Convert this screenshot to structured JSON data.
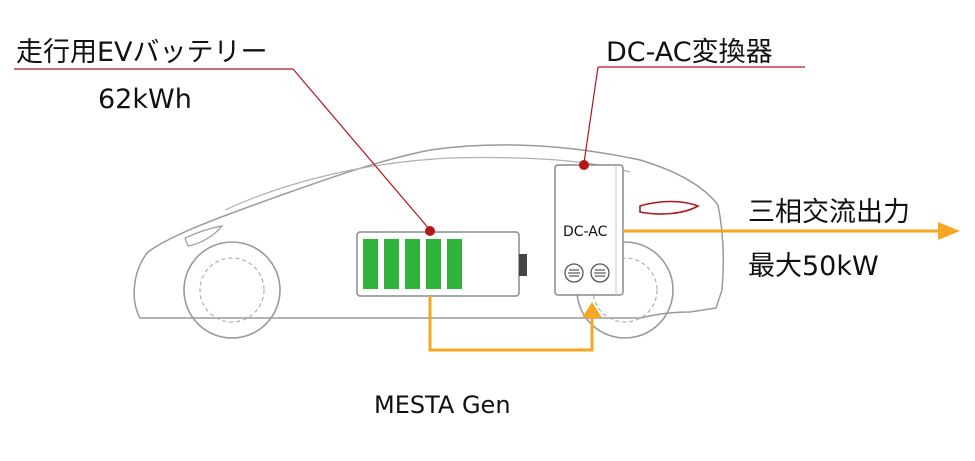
{
  "labels": {
    "battery_title": "走行用EVバッテリー",
    "battery_capacity": "62kWh",
    "converter_title": "DC-AC変換器",
    "converter_box_label": "DC-AC",
    "output_title": "三相交流出力",
    "output_power": "最大50kW",
    "system_name": "MESTA Gen"
  },
  "colors": {
    "leader_line": "#b3161c",
    "flow_arrow": "#f5a623",
    "battery_cell": "#2fb33a",
    "car_outline": "#9a9a9a"
  },
  "battery": {
    "cells_total": 5,
    "cells_charged": 5
  },
  "icons": [
    "vent-grille-icon",
    "vent-grille-icon"
  ]
}
